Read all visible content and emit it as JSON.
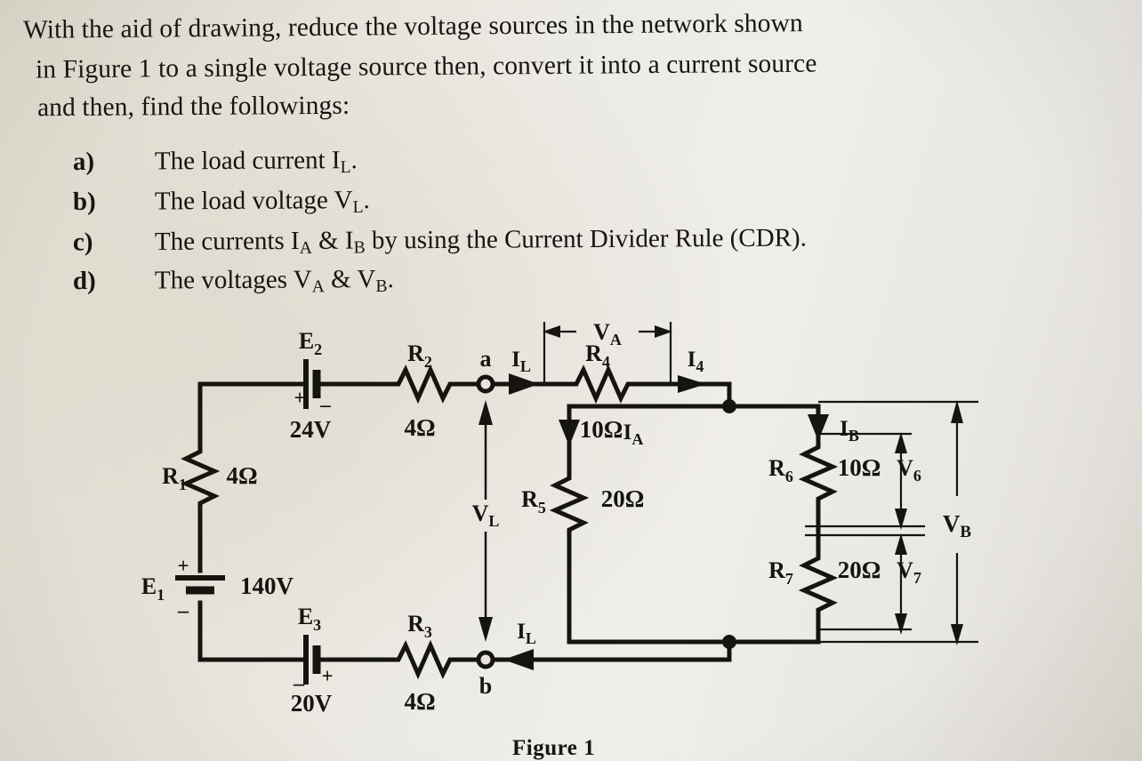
{
  "question": {
    "line1": "With the aid of drawing, reduce the voltage sources in the network shown",
    "line2": "in Figure 1 to a single voltage source then, convert it into a current source",
    "line3": "and then, find the followings:",
    "items": [
      {
        "mark": "a)",
        "text_pre": "The load current I",
        "sub": "L",
        "text_post": "."
      },
      {
        "mark": "b)",
        "text_pre": "The load voltage V",
        "sub": "L",
        "text_post": "."
      },
      {
        "mark": "c)",
        "text_pre": "The currents I",
        "sub": "A",
        "text_post": " & I",
        "sub2": "B",
        "text_post2": " by using the Current Divider Rule (CDR)."
      },
      {
        "mark": "d)",
        "text_pre": "The voltages V",
        "sub": "A",
        "text_post": " & V",
        "sub2": "B",
        "text_post2": "."
      }
    ]
  },
  "figure": {
    "caption": "Figure 1",
    "labels": {
      "E1": "E",
      "E1_sub": "1",
      "E1_value": "140V",
      "E2": "E",
      "E2_sub": "2",
      "E2_value": "24V",
      "E3": "E",
      "E3_sub": "3",
      "E3_value": "20V",
      "R1": "R",
      "R1_sub": "1",
      "R1_value": "4Ω",
      "R2": "R",
      "R2_sub": "2",
      "R2_value": "4Ω",
      "R3": "R",
      "R3_sub": "3",
      "R3_value": "4Ω",
      "R4": "R",
      "R4_sub": "4",
      "R4_value": "10Ω",
      "R5": "R",
      "R5_sub": "5",
      "R5_value": "20Ω",
      "R6": "R",
      "R6_sub": "6",
      "R6_value": "10Ω",
      "R7": "R",
      "R7_sub": "7",
      "R7_value": "20Ω",
      "node_a": "a",
      "node_b": "b",
      "I_L_top": "I",
      "I_L_top_sub": "L",
      "I_L_bottom": "I",
      "I_L_bottom_sub": "L",
      "I_4": "I",
      "I_4_sub": "4",
      "I_A": "I",
      "I_A_sub": "A",
      "I_B": "I",
      "I_B_sub": "B",
      "V_L": "V",
      "V_L_sub": "L",
      "V_A": "V",
      "V_A_sub": "A",
      "V_B": "V",
      "V_B_sub": "B",
      "V_6": "V",
      "V_6_sub": "6",
      "V_7": "V",
      "V_7_sub": "7"
    }
  },
  "colors": {
    "ink": "#16140e",
    "paper": "#e6e4dd"
  }
}
